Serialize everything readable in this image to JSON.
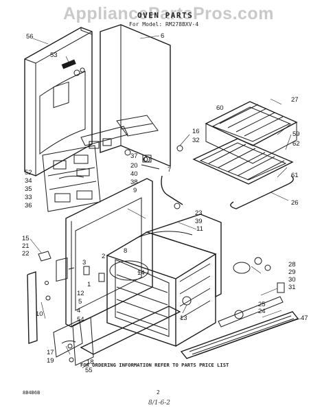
{
  "watermark": "AppliancePartsPros.com",
  "header": {
    "title": "OVEN PARTS",
    "model": "For Model: RM278BXV-4"
  },
  "footer": {
    "note": "FOR ORDERING INFORMATION REFER TO PARTS PRICE LIST",
    "code": "8B4B6B",
    "page": "2",
    "signature": "8/1-6-2"
  },
  "callouts": {
    "c56": "56",
    "c53": "53",
    "c6": "6",
    "c27": "27",
    "c60": "60",
    "c16": "16",
    "c32": "32",
    "c59": "59",
    "c37": "37",
    "c62": "62",
    "c52": "52",
    "c34": "34",
    "c20": "20",
    "c40": "40",
    "c7": "7",
    "c38": "38",
    "c35": "35",
    "c33": "33",
    "c36": "36",
    "c9": "9",
    "c61": "61",
    "c26": "26",
    "c23": "23",
    "c39": "39",
    "c11": "11",
    "c15": "15",
    "c21": "21",
    "c22": "22",
    "c8": "8",
    "c2": "2",
    "c3": "3",
    "c14": "14",
    "c28": "28",
    "c29": "29",
    "c30": "30",
    "c31": "31",
    "c1": "1",
    "c12": "12",
    "c5": "5",
    "c25": "25",
    "c13": "13",
    "c10": "10",
    "c24": "24",
    "c4": "4",
    "c47": "47",
    "c54": "54",
    "c17": "17",
    "c19": "19",
    "c18": "18",
    "c55": "55"
  }
}
